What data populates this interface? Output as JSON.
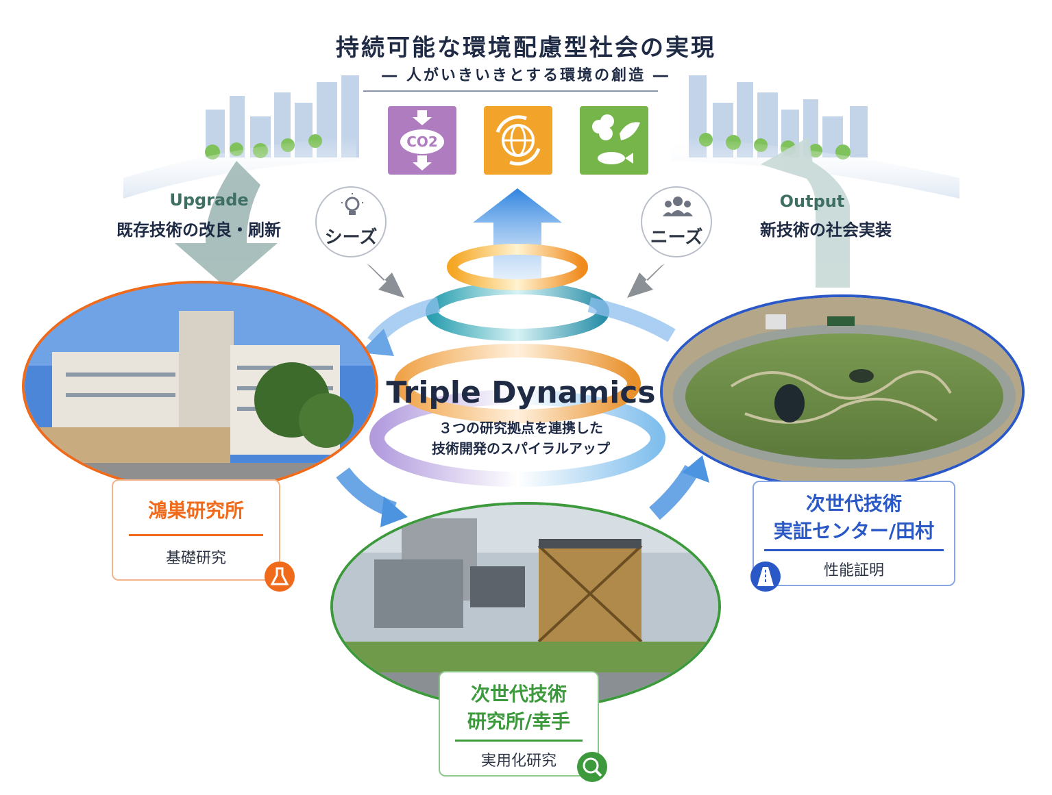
{
  "header": {
    "title": "持続可能な環境配慮型社会の実現",
    "subtitle": "― 人がいきいきとする環境の創造 ―"
  },
  "sdg_icons": [
    {
      "icon": "co2-reduction-icon",
      "color": "#b07cc0",
      "text": "CO2"
    },
    {
      "icon": "recycle-globe-icon",
      "color": "#f2a329"
    },
    {
      "icon": "biodiversity-icon",
      "color": "#76b54a"
    }
  ],
  "left_flow": {
    "en": "Upgrade",
    "jp": "既存技術の改良・刷新"
  },
  "right_flow": {
    "en": "Output",
    "jp": "新技術の社会実装"
  },
  "seeds": {
    "label": "シーズ",
    "icon": "lightbulb-icon"
  },
  "needs": {
    "label": "ニーズ",
    "icon": "people-icon"
  },
  "center": {
    "title": "Triple Dynamics",
    "desc_line1": "３つの研究拠点を連携した",
    "desc_line2": "技術開発のスパイラルアップ"
  },
  "sites": {
    "konosu": {
      "name": "鴻巣研究所",
      "desc": "基礎研究",
      "color": "#ef6a1a",
      "icon": "flask-icon"
    },
    "satte": {
      "name_line1": "次世代技術",
      "name_line2": "研究所/幸手",
      "desc": "実用化研究",
      "color": "#3c9a3c",
      "icon": "search-leaf-icon"
    },
    "tamura": {
      "name_line1": "次世代技術",
      "name_line2": "実証センター/田村",
      "desc": "性能証明",
      "color": "#2a58c6",
      "icon": "road-icon"
    }
  }
}
